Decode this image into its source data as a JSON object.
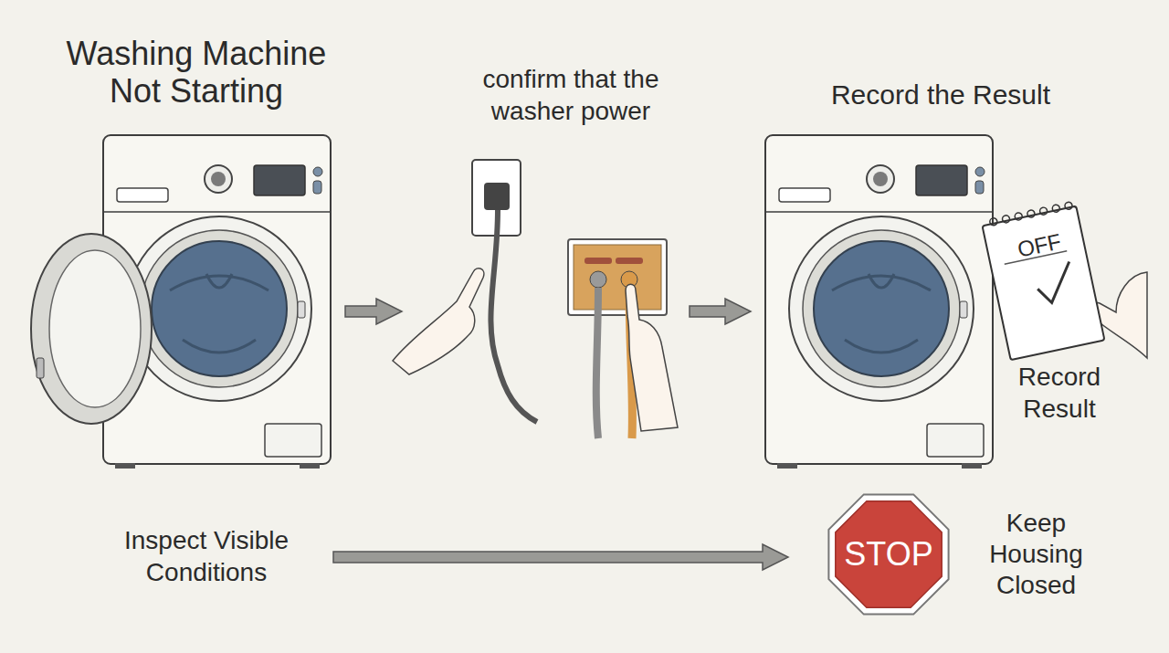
{
  "diagram": {
    "nodes": [
      {
        "text": [
          "Washing Machine Not Starting"
        ]
      },
      {
        "text": [
          "confirm that the washer power"
        ]
      },
      {
        "text": [
          "Record the Result"
        ]
      },
      {
        "text": [
          "OFF",
          "Record Result"
        ],
        "in": 2
      },
      {
        "text": [
          "Inspect Visible Conditions"
        ]
      },
      {
        "text": [
          "STOP",
          "Keep Housing Closed"
        ]
      }
    ],
    "edges": [
      {
        "from": 0,
        "to": 1,
        "arrow": "to"
      },
      {
        "from": 1,
        "to": 2,
        "arrow": "to"
      },
      {
        "from": 4,
        "to": 5,
        "arrow": "to"
      }
    ]
  }
}
